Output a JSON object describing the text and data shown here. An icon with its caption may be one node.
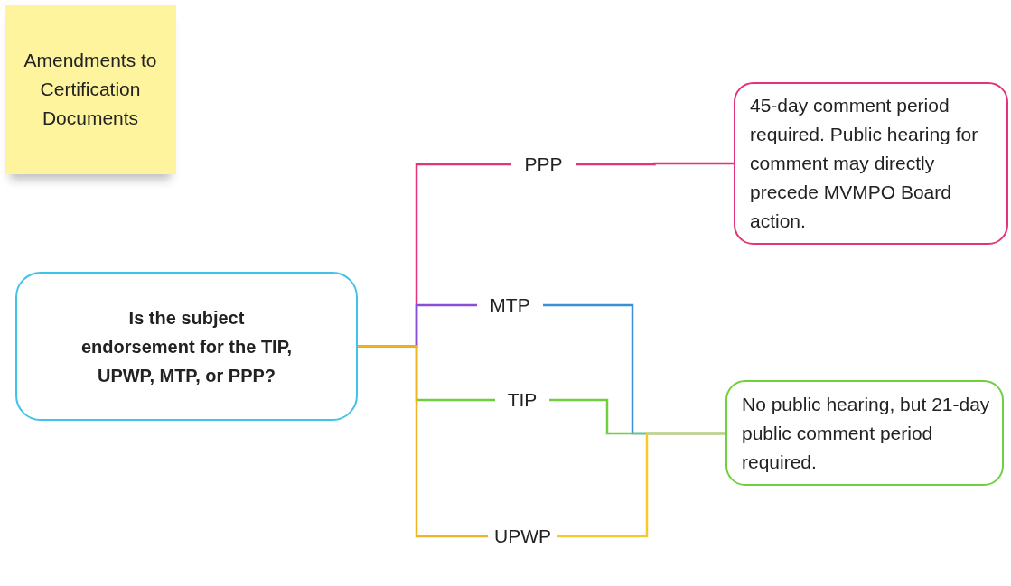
{
  "diagram": {
    "nodes": [
      {
        "text": [
          "Amendments to Certification Documents"
        ]
      },
      {
        "text": [
          "Is the subject endorsement for the TIP, UPWP, MTP, or PPP?"
        ]
      },
      {
        "text": [
          "PPP"
        ]
      },
      {
        "text": [
          "MTP"
        ]
      },
      {
        "text": [
          "TIP"
        ]
      },
      {
        "text": [
          "UPWP"
        ]
      },
      {
        "text": [
          "45-day comment period required. Public hearing for comment may directly precede MVMPO Board action."
        ]
      },
      {
        "text": [
          "No public hearing, but 21-day public comment period required."
        ]
      }
    ],
    "edges": [
      {
        "from": 1,
        "to": 2,
        "arrow": "none",
        "color": "#e3347a"
      },
      {
        "from": 1,
        "to": 3,
        "arrow": "none",
        "color": "#8a4fd8"
      },
      {
        "from": 1,
        "to": 4,
        "arrow": "none",
        "color": "#6fcf3f"
      },
      {
        "from": 1,
        "to": 5,
        "arrow": "none",
        "color": "#f2b51f"
      },
      {
        "from": 2,
        "to": 6,
        "arrow": "none",
        "color": "#e3347a"
      },
      {
        "from": 3,
        "to": 7,
        "arrow": "none",
        "color": "#3a8fd9"
      },
      {
        "from": 4,
        "to": 7,
        "arrow": "none",
        "color": "#6fcf3f"
      },
      {
        "from": 5,
        "to": 7,
        "arrow": "none",
        "color": "#f7c925"
      }
    ]
  }
}
